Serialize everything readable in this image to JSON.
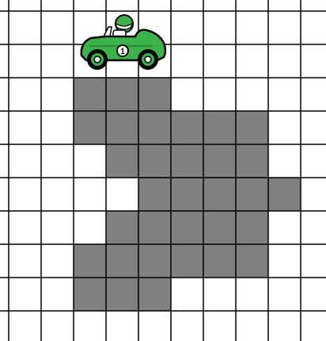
{
  "grid": {
    "cols": 10,
    "rows": 10,
    "line_color": "#000000",
    "empty_color": "#ffffff",
    "filled_color": "#808080",
    "filled_cells": [
      [
        2,
        2
      ],
      [
        2,
        3
      ],
      [
        2,
        4
      ],
      [
        3,
        2
      ],
      [
        3,
        3
      ],
      [
        3,
        4
      ],
      [
        3,
        5
      ],
      [
        3,
        6
      ],
      [
        3,
        7
      ],
      [
        4,
        3
      ],
      [
        4,
        4
      ],
      [
        4,
        5
      ],
      [
        4,
        6
      ],
      [
        4,
        7
      ],
      [
        5,
        4
      ],
      [
        5,
        5
      ],
      [
        5,
        6
      ],
      [
        5,
        7
      ],
      [
        5,
        8
      ],
      [
        6,
        3
      ],
      [
        6,
        4
      ],
      [
        6,
        5
      ],
      [
        6,
        6
      ],
      [
        6,
        7
      ],
      [
        7,
        2
      ],
      [
        7,
        3
      ],
      [
        7,
        4
      ],
      [
        7,
        5
      ],
      [
        7,
        6
      ],
      [
        7,
        7
      ],
      [
        8,
        2
      ],
      [
        8,
        3
      ],
      [
        8,
        4
      ]
    ]
  },
  "car": {
    "icon": "race-car-icon",
    "number": "1",
    "body_color": "#3cb34a",
    "row": 1,
    "col": 3
  }
}
